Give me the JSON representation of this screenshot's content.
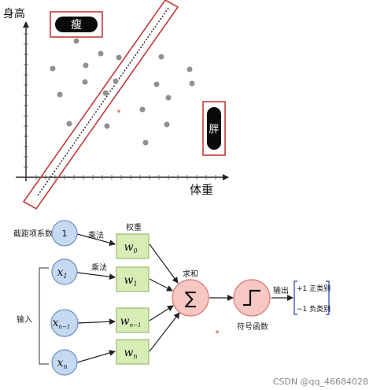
{
  "scatter": {
    "y_axis_label": "身高",
    "x_axis_label": "体重",
    "thin_label": "瘦",
    "fat_label": "胖"
  },
  "perceptron": {
    "bias_label": "截距项系数",
    "bias_value": "1",
    "weights_label": "权重",
    "multiply_label_1": "乘法",
    "multiply_label_2": "乘法",
    "input_label": "输入",
    "sum_label": "求和",
    "sign_func_label": "符号函数",
    "output_label": "输出",
    "output_pos": "+1 正类别",
    "output_neg": "−1 负类别",
    "sum_symbol": "∑",
    "inputs": [
      {
        "base": "x",
        "sub": "1"
      },
      {
        "base": "x",
        "sub": "n−1"
      },
      {
        "base": "x",
        "sub": "n"
      }
    ],
    "weights": [
      {
        "base": "w",
        "sub": "0"
      },
      {
        "base": "w",
        "sub": "1"
      },
      {
        "base": "w",
        "sub": "n−1"
      },
      {
        "base": "w",
        "sub": "n"
      }
    ]
  },
  "watermark": "CSDN @qq_46684028",
  "colors": {
    "input_circle": "#c5d9f1",
    "input_stroke": "#6d8fc2",
    "weight_box": "#d8ecb6",
    "weight_stroke": "#8bb05a",
    "neuron": "#f7c7c3",
    "neuron_stroke": "#d9736b",
    "red_box": "#c23a3a",
    "dot": "#909090"
  }
}
